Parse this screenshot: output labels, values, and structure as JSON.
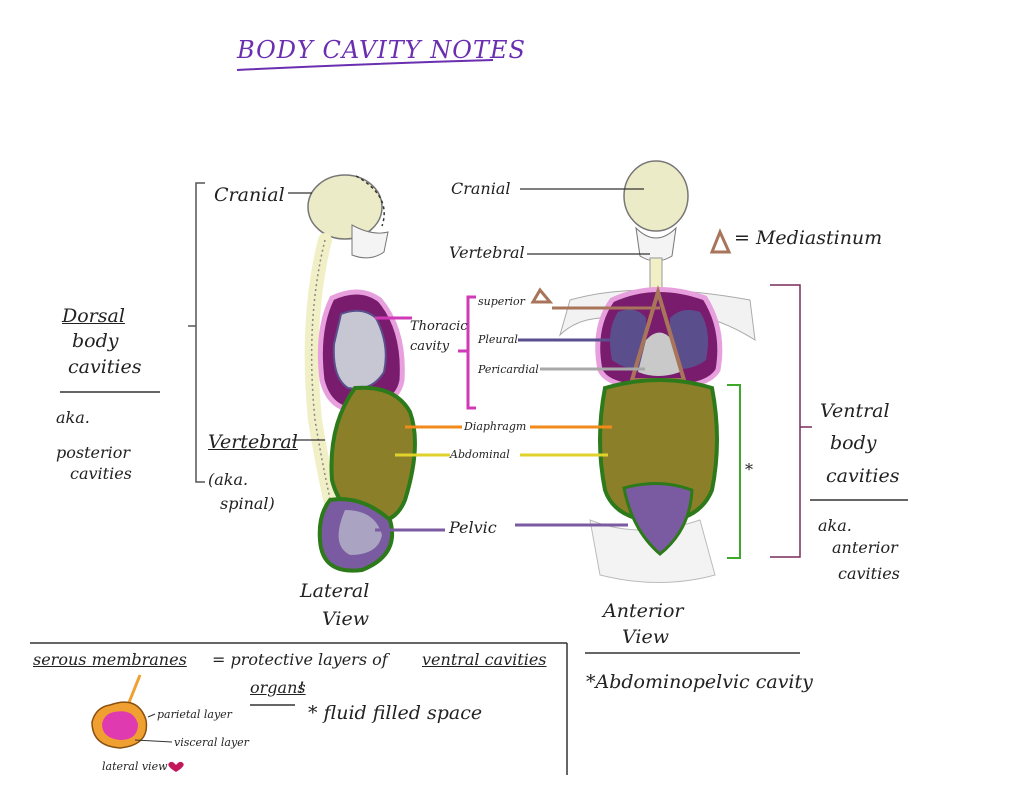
{
  "title": "BODY CAVITY NOTES",
  "legend": {
    "mediastinum": "= Mediastinum"
  },
  "lateral": {
    "cranial": "Cranial",
    "dorsal_1": "Dorsal",
    "dorsal_2": "body",
    "dorsal_3": "cavities",
    "aka_1": "aka.",
    "aka_2": "posterior",
    "aka_3": "cavities",
    "vertebral": "Vertebral",
    "vertebral_aka_1": "(aka.",
    "vertebral_aka_2": "spinal)",
    "view_1": "Lateral",
    "view_2": "View"
  },
  "middle": {
    "thoracic_1": "Thoracic",
    "thoracic_2": "cavity",
    "superior": "superior",
    "pleural": "Pleural",
    "pericardial": "Pericardial",
    "diaphragm": "Diaphragm",
    "abdominal": "Abdominal",
    "pelvic": "Pelvic"
  },
  "anterior": {
    "cranial": "Cranial",
    "vertebral": "Vertebral",
    "ventral_1": "Ventral",
    "ventral_2": "body",
    "ventral_3": "cavities",
    "aka_1": "aka.",
    "aka_2": "anterior",
    "aka_3": "cavities",
    "star": "*",
    "view_1": "Anterior",
    "view_2": "View"
  },
  "serous": {
    "term": "serous membranes",
    "def_1": "= protective layers of",
    "def_2": "ventral cavities",
    "def_3": "organs",
    "def_4": "!",
    "parietal": "parietal layer",
    "visceral": "visceral layer",
    "lateral_view": "lateral view",
    "fluid": "* fluid filled space"
  },
  "abdominopelvic": "*Abdominopelvic cavity",
  "colors": {
    "title": "#6a2fb0",
    "thoracic": "#7a1c6e",
    "magenta": "#d13ab7",
    "pleural": "#5a4e8c",
    "abdominal": "#8c7f2a",
    "diaphragm": "#f08a1a",
    "pelvic": "#7a5aa0",
    "green": "#3ea82a",
    "mediastinum": "#a8745a",
    "bracket": "#7a2a5a"
  }
}
